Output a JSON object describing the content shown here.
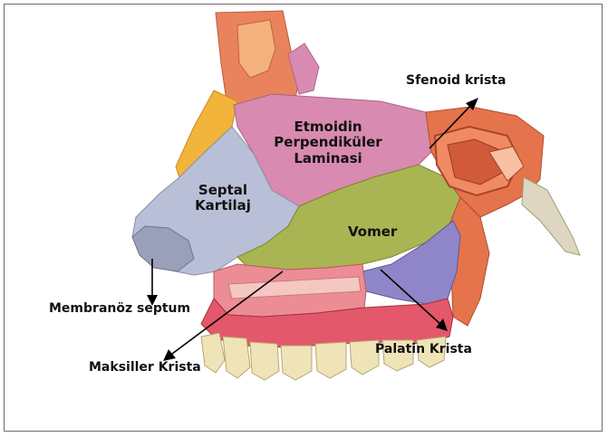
{
  "labels": {
    "sfenoid": "Sfenoid krista",
    "etmoid_line1": "Etmoidin",
    "etmoid_line2": "Perpendiküler",
    "etmoid_line3": "Laminasi",
    "septal_line1": "Septal",
    "septal_line2": "Kartilaj",
    "vomer": "Vomer",
    "membranoz": "Membranöz septum",
    "maksiller": "Maksiller Krista",
    "palatin": "Palatin Krista"
  },
  "colors": {
    "frontal_bone": "#e8835e",
    "nasal_bone": "#f2b43a",
    "perpendicular_plate": "#d98ab0",
    "septal_cartilage": "#b9bfd6",
    "vomer": "#a9b552",
    "sphenoid": "#e5734c",
    "palatine": "#8f86c9",
    "maxilla": "#e8807f",
    "gum": "#e3586a",
    "teeth": "#efe3b8"
  }
}
